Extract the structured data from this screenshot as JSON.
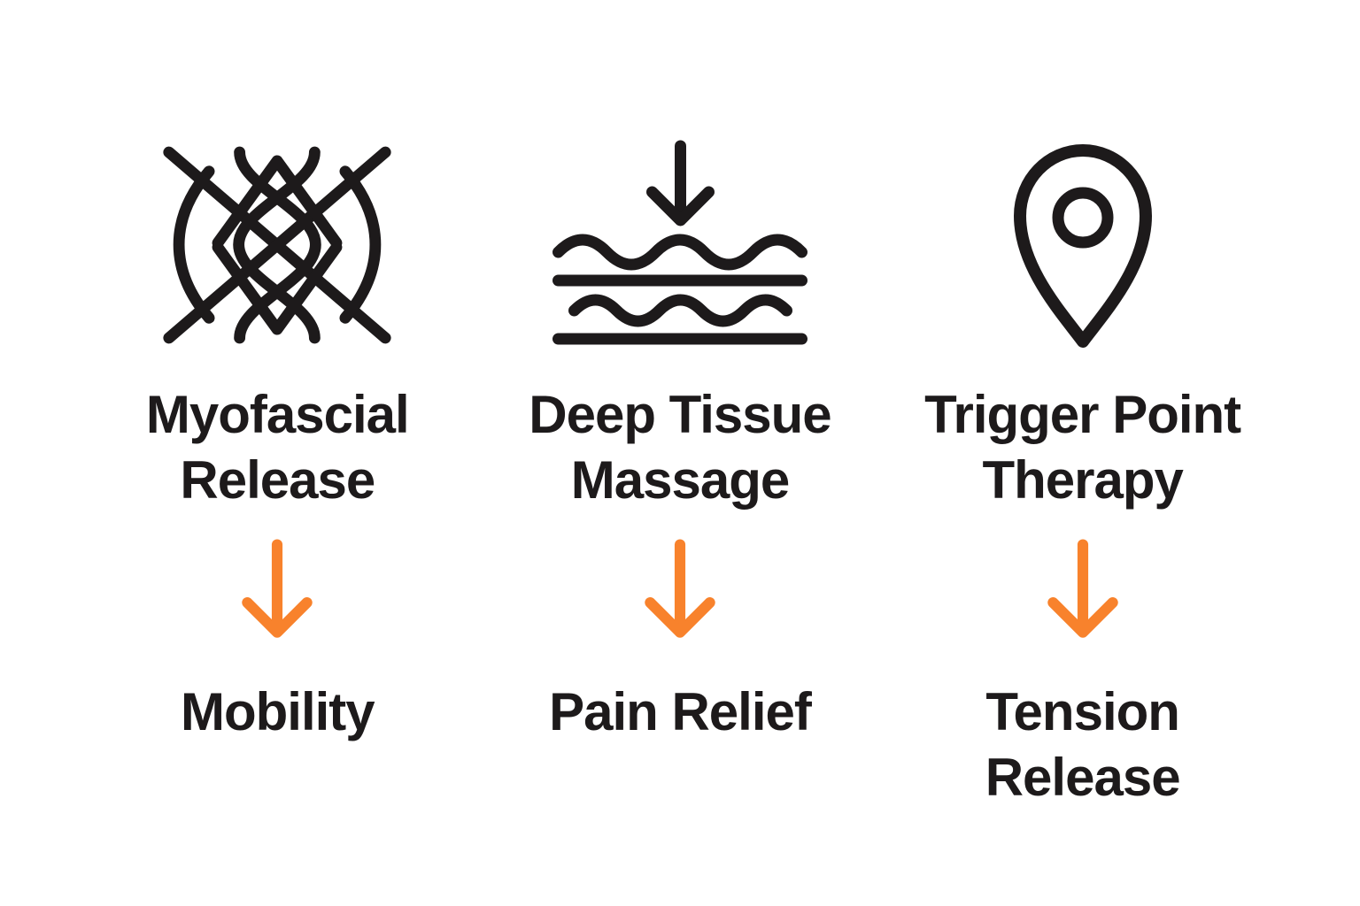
{
  "palette": {
    "background": "#ffffff",
    "ink": "#1d1a1b",
    "accent": "#f8822c"
  },
  "columns": [
    {
      "icon": "myofascial-mesh-icon",
      "title": "Myofascial\nRelease",
      "result": "Mobility"
    },
    {
      "icon": "deep-tissue-pressure-icon",
      "title": "Deep Tissue\nMassage",
      "result": "Pain Relief"
    },
    {
      "icon": "trigger-point-pin-icon",
      "title": "Trigger Point\nTherapy",
      "result": "Tension\nRelease"
    }
  ],
  "arrow": {
    "name": "orange-down-arrow-icon",
    "meaning": "leads to"
  }
}
